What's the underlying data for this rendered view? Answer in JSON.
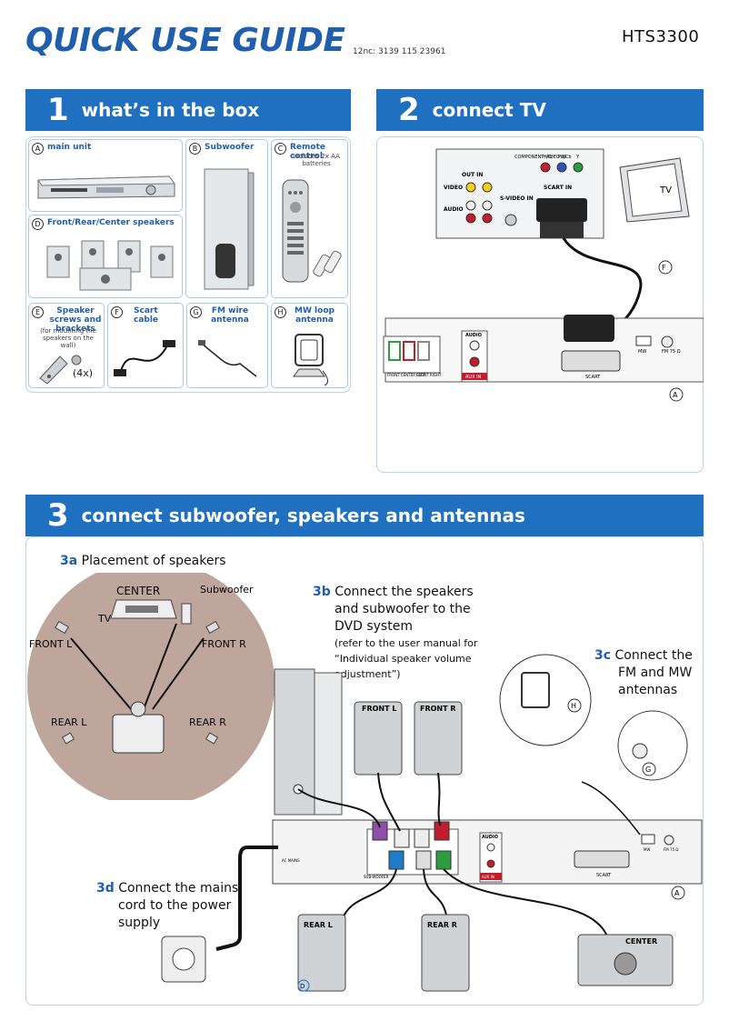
{
  "header": {
    "title": "QUICK USE GUIDE",
    "code": "12nc: 3139 115 23961",
    "model": "HTS3300"
  },
  "sections": {
    "s1": {
      "num": "1",
      "title": "what’s in the box"
    },
    "s2": {
      "num": "2",
      "title": "connect TV"
    },
    "s3": {
      "num": "3",
      "title": "connect subwoofer, speakers and antennas"
    }
  },
  "box": {
    "a": {
      "letter": "A",
      "label": "main unit"
    },
    "b": {
      "letter": "B",
      "label": "Subwoofer"
    },
    "c": {
      "letter": "C",
      "label": "Remote control",
      "note": "includes 2x AA batteries"
    },
    "d": {
      "letter": "D",
      "label": "Front/Rear/Center speakers"
    },
    "e": {
      "letter": "E",
      "label": "Speaker screws and brackets",
      "note": "(for mounting the speakers on the wall)",
      "qty": "(4x)"
    },
    "f": {
      "letter": "F",
      "label": "Scart cable"
    },
    "g": {
      "letter": "G",
      "label": "FM wire antenna"
    },
    "h": {
      "letter": "H",
      "label": "MW loop antenna"
    }
  },
  "tv_panel": {
    "tv_label": "TV",
    "component": "COMPONENT VIDEO IN",
    "pr": "Pr/Cr",
    "pb": "Pb/Cb",
    "y": "Y",
    "out_in": "OUT IN",
    "video": "VIDEO",
    "audio": "AUDIO",
    "svideo": "S-VIDEO IN",
    "scart_in": "SCART IN",
    "audio_in": "AUDIO",
    "aux_in": "AUX IN",
    "scart": "SCART",
    "mw": "MW",
    "fm": "FM 75 Ω",
    "front_center": "FRONT CENTER LEFT",
    "front_right": "FRONT RIGHT",
    "letter_f": "F",
    "letter_a": "A"
  },
  "s3": {
    "a_label": "3a",
    "a_text": "Placement of speakers",
    "center": "CENTER",
    "subwoofer": "Subwoofer",
    "tv": "TV",
    "front_l": "FRONT L",
    "front_r": "FRONT R",
    "rear_l": "REAR L",
    "rear_r": "REAR R",
    "b_label": "3b",
    "b_line1": "Connect the speakers",
    "b_line2": "and subwoofer to the",
    "b_line3": "DVD system",
    "b_note1": "(refer to the user manual for",
    "b_note2": "“Individual speaker volume",
    "b_note3": "adjustment”)",
    "c_label": "3c",
    "c_line1": "Connect the",
    "c_line2": "FM and MW",
    "c_line3": "antennas",
    "d_label": "3d",
    "d_line1": "Connect the mains",
    "d_line2": "cord to the power",
    "d_line3": "supply",
    "spk_front_l": "FRONT L",
    "spk_front_r": "FRONT R",
    "spk_rear_l": "REAR L",
    "spk_rear_r": "REAR R",
    "spk_center": "CENTER",
    "letter_h": "H",
    "letter_g": "G",
    "letter_a": "A",
    "letter_d": "D",
    "audio": "AUDIO",
    "aux_in": "AUX IN",
    "scart": "SCART",
    "mw": "MW",
    "fm": "FM 75 Ω",
    "sub_out": "SUB-WOOFER",
    "mains": "AC MAINS"
  }
}
